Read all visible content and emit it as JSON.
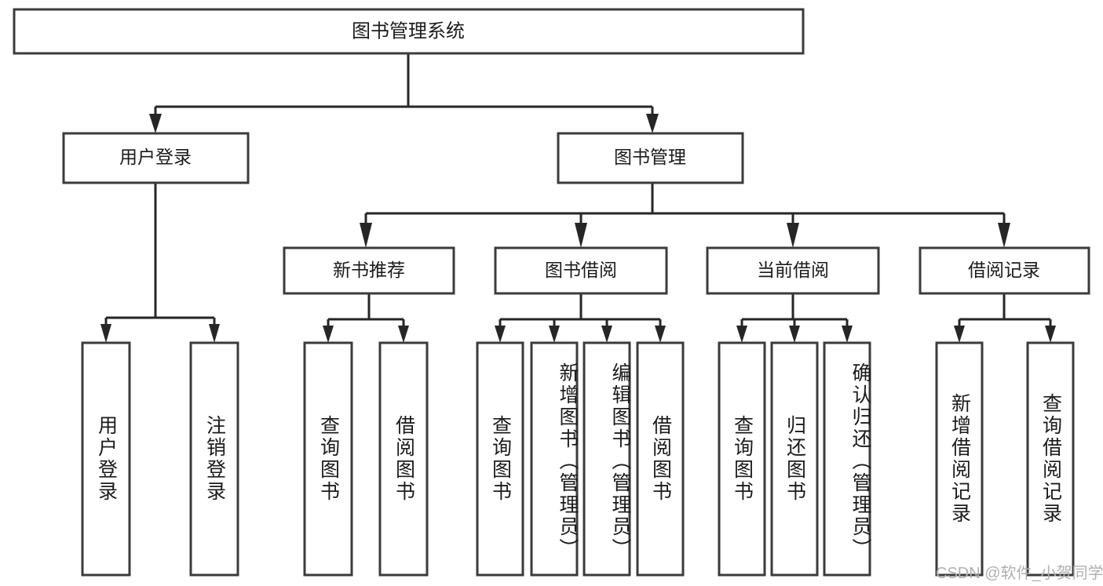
{
  "diagram": {
    "title": "图书管理系统",
    "type": "tree-hierarchy",
    "colors": {
      "box_stroke": "#3b3b3b",
      "box_fill": "#ffffff",
      "connector": "#262626",
      "text": "#1b1b1b",
      "watermark": "#b0b0b0",
      "background": "#ffffff"
    },
    "root": {
      "label": "图书管理系统"
    },
    "level2": [
      {
        "label": "用户登录"
      },
      {
        "label": "图书管理"
      }
    ],
    "level3": [
      {
        "label": "新书推荐"
      },
      {
        "label": "图书借阅"
      },
      {
        "label": "当前借阅"
      },
      {
        "label": "借阅记录"
      }
    ],
    "leaves": {
      "user_login": [
        {
          "label": "用户登录"
        },
        {
          "label": "注销登录"
        }
      ],
      "new_book_recommend": [
        {
          "label": "查询图书"
        },
        {
          "label": "借阅图书"
        }
      ],
      "book_borrow": [
        {
          "label": "查询图书"
        },
        {
          "label": "新增图书（管理员）"
        },
        {
          "label": "编辑图书（管理员）"
        },
        {
          "label": "借阅图书"
        }
      ],
      "current_borrow": [
        {
          "label": "查询图书"
        },
        {
          "label": "归还图书"
        },
        {
          "label": "确认归还（管理员）"
        }
      ],
      "borrow_record": [
        {
          "label": "新增借阅记录"
        },
        {
          "label": "查询借阅记录"
        }
      ]
    }
  },
  "watermark": {
    "text": "CSDN @软件_小贺同学"
  }
}
